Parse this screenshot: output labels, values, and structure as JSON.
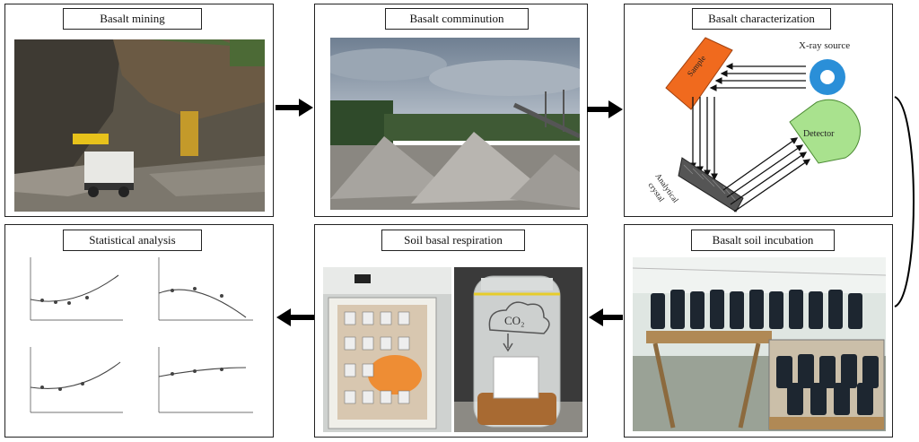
{
  "panels": {
    "mining": {
      "title": "Basalt mining"
    },
    "comminution": {
      "title": "Basalt comminution"
    },
    "characterization": {
      "title": "Basalt characterization",
      "sample_label": "Sample",
      "source_label": "X-ray source",
      "detector_label": "Detector",
      "crystal_label_1": "Analytical",
      "crystal_label_2": "crystal"
    },
    "statistics": {
      "title": "Statistical analysis"
    },
    "respiration": {
      "title": "Soil basal respiration",
      "co2_label": "CO₂"
    },
    "incubation": {
      "title": "Basalt soil incubation"
    }
  },
  "colors": {
    "sample_orange": "#f06a1e",
    "source_blue": "#2a8fd8",
    "detector_green": "#a9e28e",
    "crystal_gray": "#555555"
  }
}
